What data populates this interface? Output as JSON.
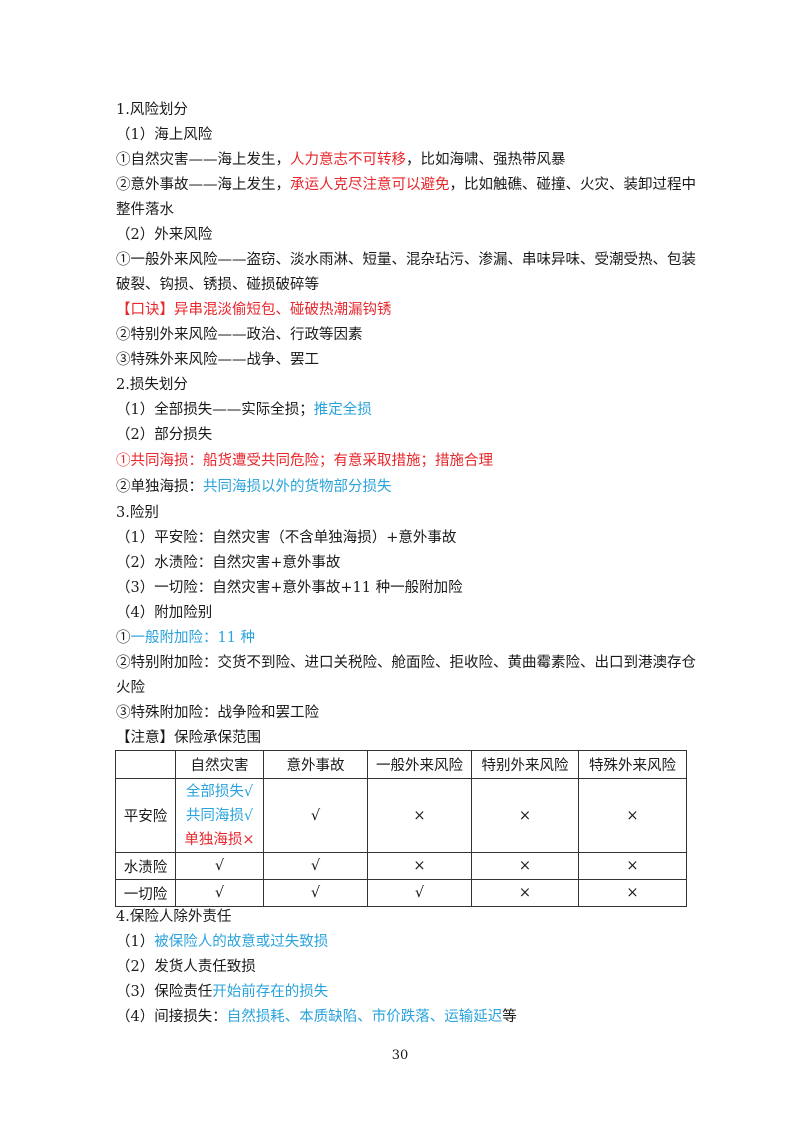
{
  "s1": {
    "title": "1.风险划分",
    "sub1": "（1）海上风险",
    "l1a": "①自然灾害——海上发生，",
    "l1b": "人力意志不可转移",
    "l1c": "，比如海啸、强热带风暴",
    "l2a": "②意外事故——海上发生，",
    "l2b": "承运人克尽注意可以避免",
    "l2c": "，比如触礁、碰撞、火灾、装卸过程中",
    "l2d": "整件落水",
    "sub2": "（2）外来风险",
    "l3a": "①一般外来风险——盗窃、淡水雨淋、短量、混杂玷污、渗漏、串味异味、受潮受热、包装",
    "l3b": "破裂、钩损、锈损、碰损破碎等",
    "mnemonic": "【口诀】异串混淡偷短包、碰破热潮漏钩锈",
    "l4": "②特别外来风险——政治、行政等因素",
    "l5": "③特殊外来风险——战争、罢工"
  },
  "s2": {
    "title": "2.损失划分",
    "sub1a": "（1）全部损失——实际全损；",
    "sub1b": "推定全损",
    "sub2": "（2）部分损失",
    "l1": "①共同海损：船货遭受共同危险；有意采取措施；措施合理",
    "l2a": "②单独海损：",
    "l2b": "共同海损以外的货物部分损失"
  },
  "s3": {
    "title": "3.险别",
    "l1": "（1）平安险：自然灾害（不含单独海损）+意外事故",
    "l2": "（2）水渍险：自然灾害+意外事故",
    "l3": "（3）一切险：自然灾害+意外事故+11 种一般附加险",
    "l4": "（4）附加险别",
    "l5a": "①",
    "l5b": "一般附加险：11 种",
    "l6a": "②特别附加险：交货不到险、进口关税险、舱面险、拒收险、黄曲霉素险、出口到港澳存仓",
    "l6b": "火险",
    "l7": "③特殊附加险：战争险和罢工险"
  },
  "note": "【注意】保险承保范围",
  "table": {
    "headers": [
      "",
      "自然灾害",
      "意外事故",
      "一般外来风险",
      "特别外来风险",
      "特殊外来风险"
    ],
    "row1": {
      "label": "平安险",
      "nat1": "全部损失",
      "nat1mark": "√",
      "nat2": "共同海损",
      "nat2mark": "√",
      "nat3": "单独海损",
      "nat3mark": "×",
      "c2": "√",
      "c3": "×",
      "c4": "×",
      "c5": "×"
    },
    "row2": {
      "label": "水渍险",
      "c1": "√",
      "c2": "√",
      "c3": "×",
      "c4": "×",
      "c5": "×"
    },
    "row3": {
      "label": "一切险",
      "c1": "√",
      "c2": "√",
      "c3": "√",
      "c4": "×",
      "c5": "×"
    }
  },
  "s4": {
    "title": "4.保险人除外责任",
    "l1a": "（1）",
    "l1b": "被保险人的故意或过失致损",
    "l2": "（2）发货人责任致损",
    "l3a": "（3）保险责任",
    "l3b": "开始前存在的损失",
    "l4a": "（4）间接损失：",
    "l4b": "自然损耗、本质缺陷、市价跌落、运输延迟",
    "l4c": "等"
  },
  "page_number": "30",
  "colors": {
    "red": "#e8262b",
    "blue": "#2aa3dc"
  }
}
